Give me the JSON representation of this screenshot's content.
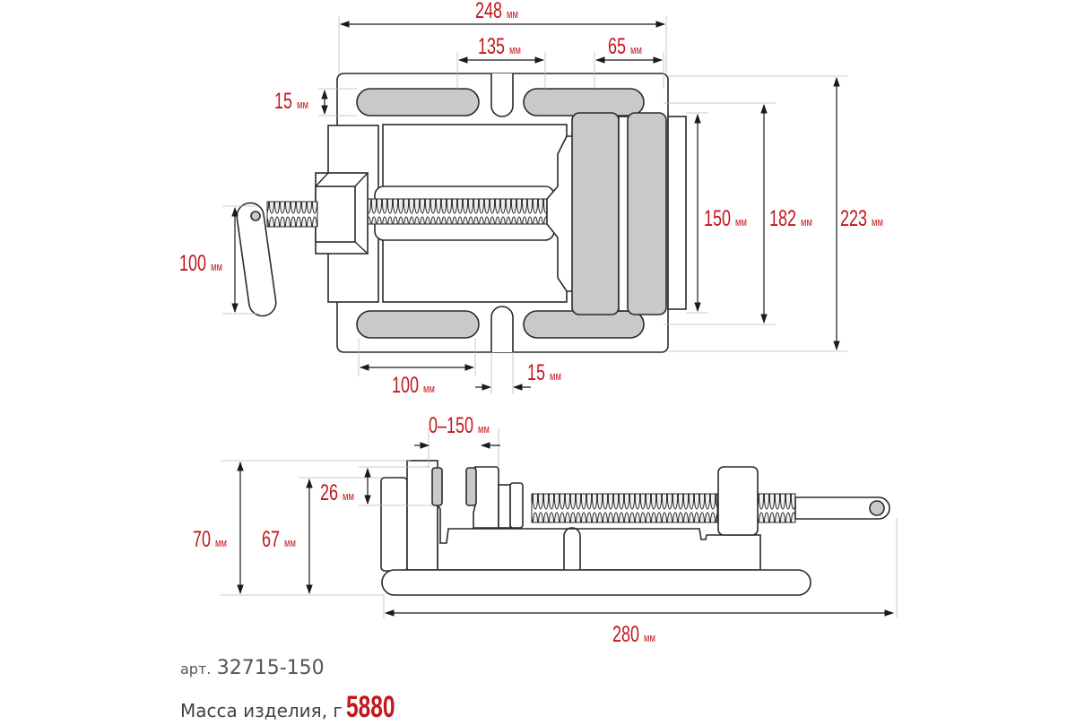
{
  "unit": "мм",
  "top_view": {
    "total_width": "248",
    "slot_spacing": "135",
    "slot_length_right": "65",
    "slot_width": "15",
    "jaw_width": "150",
    "body_depth": "182",
    "total_depth": "223",
    "handle_length": "100",
    "slot_length_left": "100",
    "notch_width": "15"
  },
  "side_view": {
    "jaw_opening": "0–150",
    "jaw_height": "26",
    "total_height": "70",
    "body_height": "67",
    "total_length": "280"
  },
  "article": {
    "label": "арт.",
    "value": "32715-150"
  },
  "mass": {
    "label": "Масса изделия, г",
    "value": "5880"
  },
  "colors": {
    "accent": "#c4161c",
    "part_fill": "#c9c9cb"
  }
}
